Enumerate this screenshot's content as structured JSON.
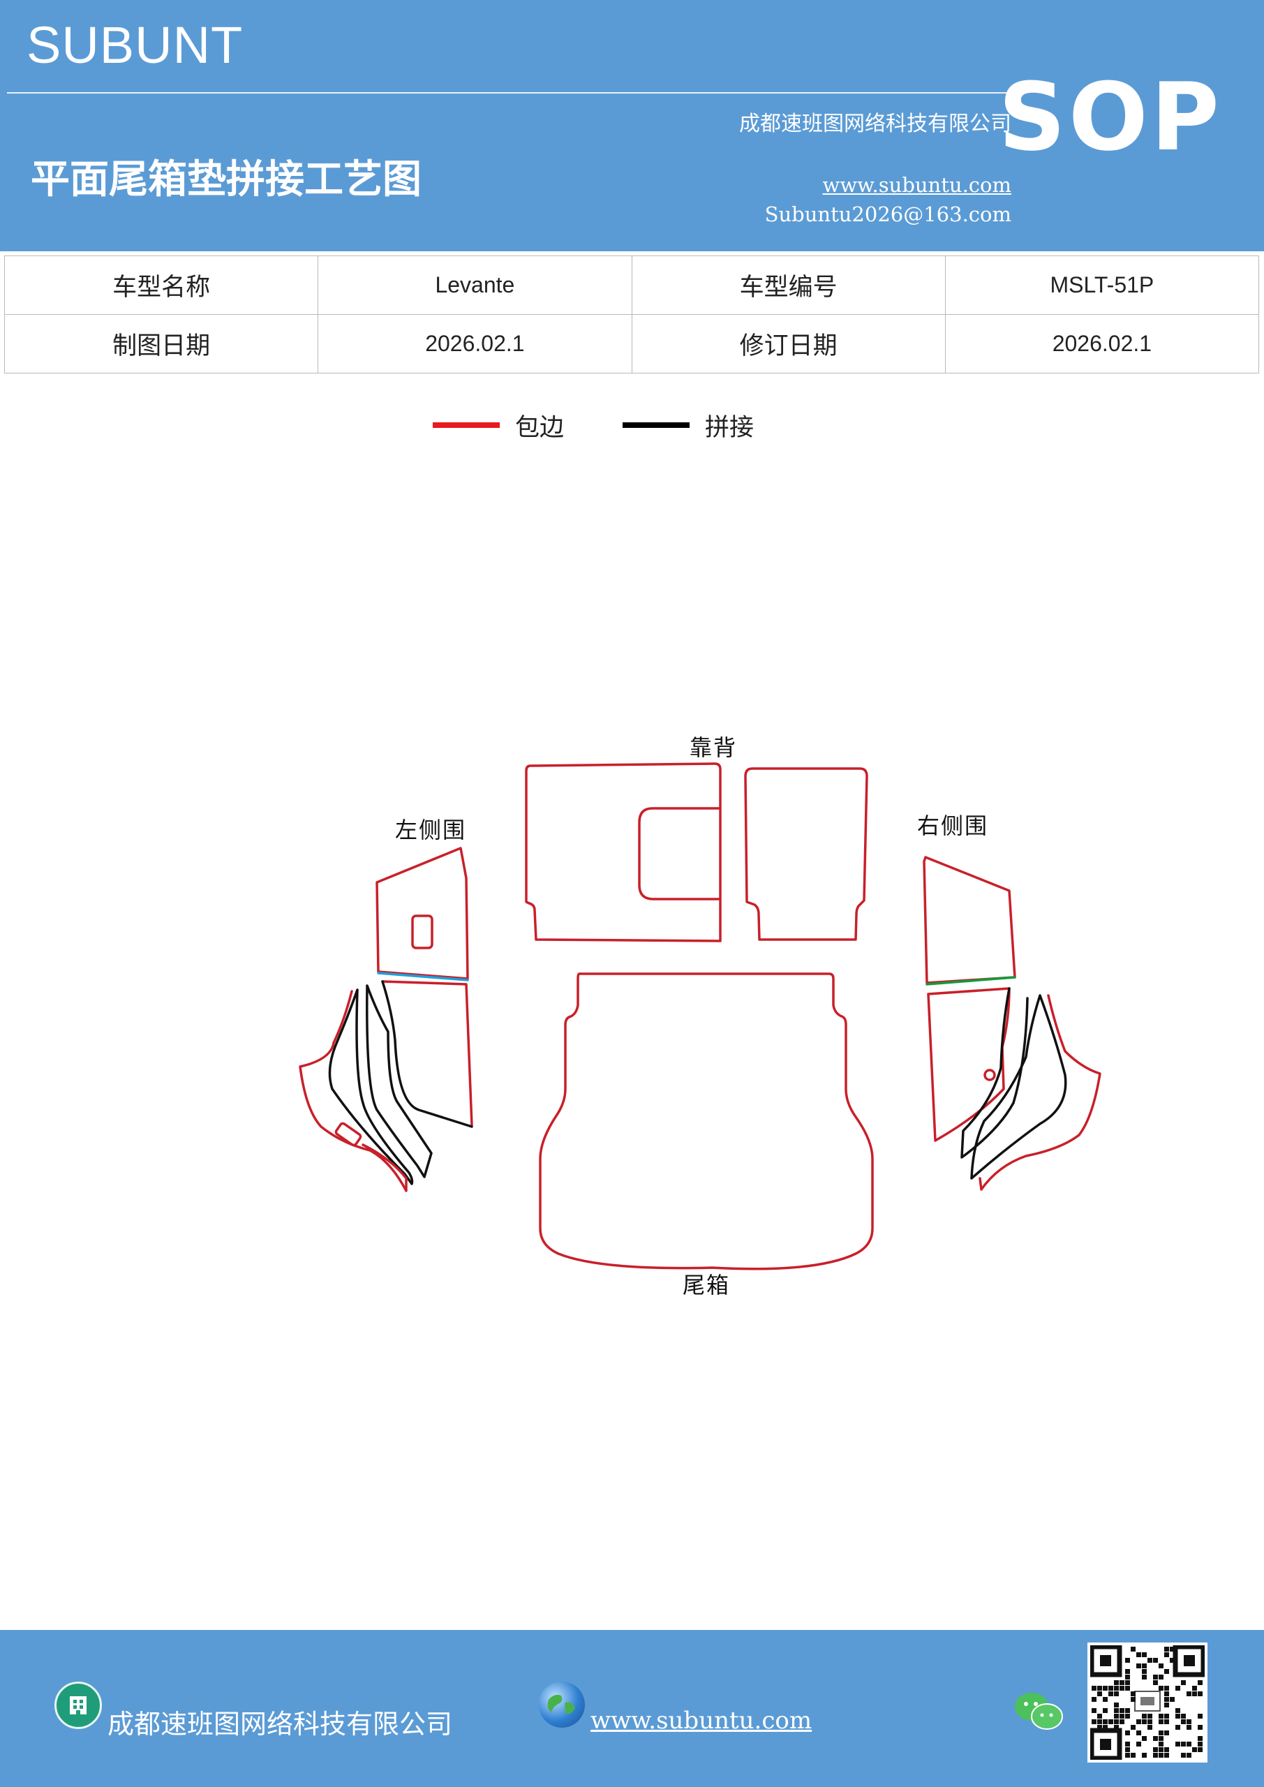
{
  "header": {
    "brand": "SUBUNT",
    "title": "平面尾箱垫拼接工艺图",
    "company": "成都速班图网络科技有限公司",
    "website": "www.subuntu.com",
    "email": "Subuntu2026@163.com",
    "badge": "SOP"
  },
  "info": {
    "model_name_label": "车型名称",
    "model_name": "Levante",
    "model_code_label": "车型编号",
    "model_code": "MSLT-51P",
    "draw_date_label": "制图日期",
    "draw_date": "2026.02.1",
    "revise_date_label": "修订日期",
    "revise_date": "2026.02.1"
  },
  "legend": [
    {
      "label": "包边",
      "color": "#e8191f"
    },
    {
      "label": "拼接",
      "color": "#000000"
    }
  ],
  "diagram": {
    "labels": {
      "backrest": "靠背",
      "left_side": "左侧围",
      "right_side": "右侧围",
      "trunk": "尾箱"
    },
    "colors": {
      "binding": "#c8202a",
      "seam": "#111111",
      "left_join": "#1ea0d8",
      "right_join": "#129a3c"
    }
  },
  "footer": {
    "company": "成都速班图网络科技有限公司",
    "website": "www.subuntu.com",
    "icons": [
      "building-icon",
      "globe-icon",
      "wechat-icon",
      "qr-code"
    ]
  }
}
